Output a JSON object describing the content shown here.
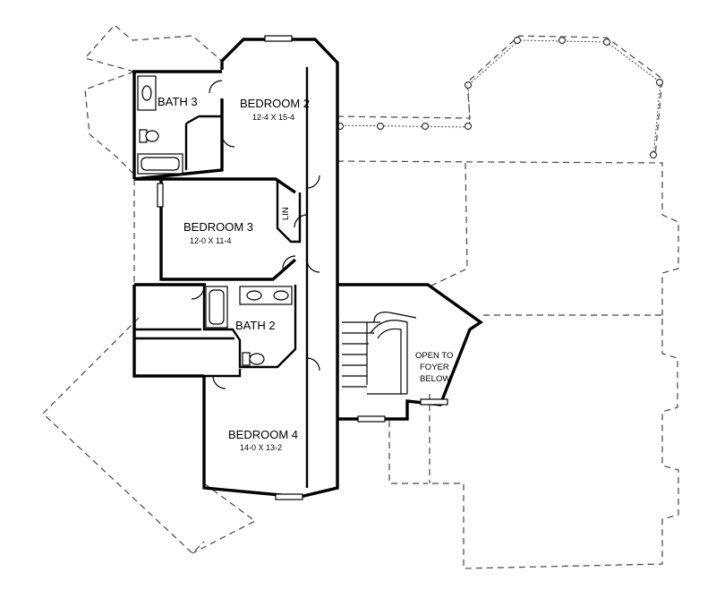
{
  "rooms": {
    "bedroom2": {
      "name": "BEDROOM 2",
      "size": "12-4 X 15-4"
    },
    "bath3": {
      "name": "BATH 3"
    },
    "bedroom3": {
      "name": "BEDROOM 3",
      "size": "12-0 X 11-4"
    },
    "linen": {
      "name": "LIN"
    },
    "bath2": {
      "name": "BATH 2"
    },
    "bedroom4": {
      "name": "BEDROOM 4",
      "size": "14-0 X 13-2"
    }
  },
  "open_to_foyer": {
    "line1": "OPEN TO",
    "line2": "FOYER",
    "line3": "BELOW"
  }
}
